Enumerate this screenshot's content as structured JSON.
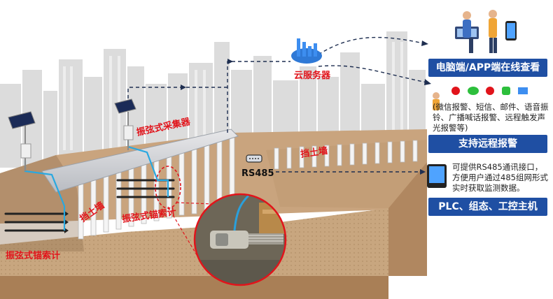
{
  "labels": {
    "cloud_server": "云服务器",
    "collector": "振弦式采集器",
    "retaining_wall_right": "挡土墙",
    "retaining_wall_mid": "挡土墙",
    "rs485": "RS485",
    "anchor_mid": "振弦式锚索计",
    "anchor_left": "振弦式锚索计"
  },
  "right_panel": {
    "online_view": "电脑端/APP端在线查看",
    "alarm_desc": "(微信报警、短信、邮件、语音振铃、广播喊话报警、远程触发声光报警等)",
    "remote_alarm": "支持远程报警",
    "rs485_desc": "可提供RS485通讯接口，方便用户通过485组网形式实时获取监测数据。",
    "plc": "PLC、组态、工控主机"
  },
  "colors": {
    "accent_blue": "#1f4fa3",
    "label_red": "#e1141b",
    "cable_blue": "#29a8e0",
    "soil": "#c9a47e",
    "soil_dark": "#b08760"
  }
}
